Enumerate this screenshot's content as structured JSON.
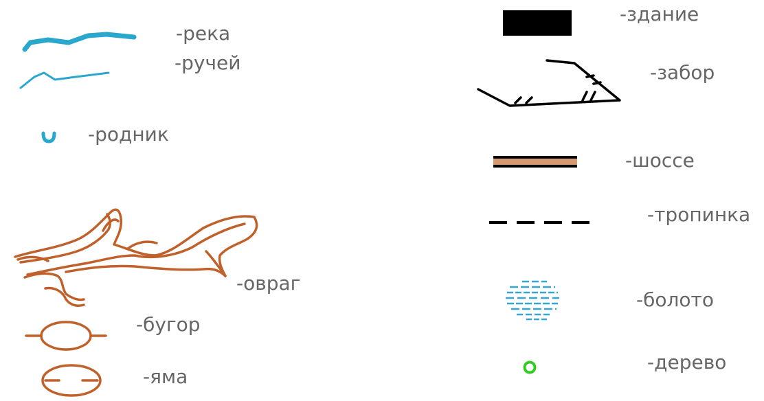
{
  "legend": {
    "left_column": [
      {
        "id": "river",
        "label": "-река",
        "icon": "river-line",
        "color": "#2aa7cc"
      },
      {
        "id": "stream",
        "label": "-ручей",
        "icon": "stream-line",
        "color": "#2aa7cc"
      },
      {
        "id": "spring",
        "label": "-родник",
        "icon": "spring-arc",
        "color": "#2aa7cc"
      },
      {
        "id": "ravine",
        "label": "-овраг",
        "icon": "ravine-shape",
        "color": "#c0602a"
      },
      {
        "id": "mound",
        "label": "-бугор",
        "icon": "mound-oval",
        "color": "#c0602a"
      },
      {
        "id": "pit",
        "label": "-яма",
        "icon": "pit-oval",
        "color": "#c0602a"
      }
    ],
    "right_column": [
      {
        "id": "building",
        "label": "-здание",
        "icon": "building-rect",
        "color": "#000000"
      },
      {
        "id": "fence",
        "label": "-забор",
        "icon": "fence-line",
        "color": "#000000"
      },
      {
        "id": "highway",
        "label": "-шоссе",
        "icon": "highway-line",
        "color": "#d59a72"
      },
      {
        "id": "path",
        "label": "-тропинка",
        "icon": "path-dashed",
        "color": "#000000"
      },
      {
        "id": "swamp",
        "label": "-болото",
        "icon": "swamp-dashes",
        "color": "#35a6cf"
      },
      {
        "id": "tree",
        "label": "-дерево",
        "icon": "tree-circle",
        "color": "#33cc22"
      }
    ]
  }
}
